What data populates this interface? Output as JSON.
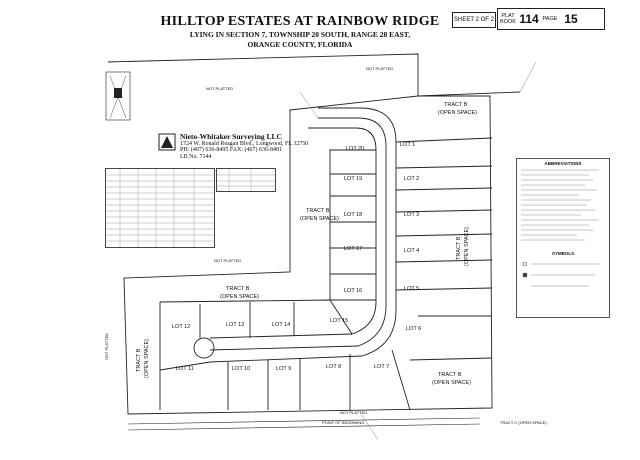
{
  "header": {
    "title": "HILLTOP ESTATES AT RAINBOW RIDGE",
    "subtitle_lines": [
      "LYING IN SECTION 7, TOWNSHIP 20 SOUTH, RANGE 28 EAST,",
      "ORANGE COUNTY, FLORIDA"
    ],
    "sheet": "SHEET 2 OF 2",
    "plat_label": "PLAT",
    "book_label": "BOOK",
    "book_number": "114",
    "page_label": "PAGE",
    "page_number": "15"
  },
  "surveyor": {
    "name": "Nieto-Whitaker Surveying LLC",
    "address": "1724 W. Ronald Reagan Blvd., Longwood, FL 32750",
    "phone": "PH: (407) 636-8495   FAX: (407) 636-8481",
    "lb": "LB No. 7144"
  },
  "tracts": {
    "tract_b_top": "TRACT B",
    "open_space": "(OPEN SPACE)",
    "tract_b_mid": "TRACT B",
    "tract_b_left": "TRACT B",
    "tract_b_right": "TRACT B",
    "tract_b_bottom_right": "TRACT B",
    "tract_b_lower": "TRACT B",
    "tract_c": "TRACT C (OPEN SPACE)"
  },
  "labels": {
    "not_platted": "NOT PLATTED",
    "point_of_beginning": "POINT OF BEGINNING"
  },
  "lots": [
    "LOT 1",
    "LOT 2",
    "LOT 3",
    "LOT 4",
    "LOT 5",
    "LOT 6",
    "LOT 7",
    "LOT 8",
    "LOT 9",
    "LOT 10",
    "LOT 11",
    "LOT 12",
    "LOT 13",
    "LOT 14",
    "LOT 15",
    "LOT 16",
    "LOT 17",
    "LOT 18",
    "LOT 19",
    "LOT 20"
  ],
  "legend": {
    "abbrev_title": "ABBREVIATIONS",
    "symbols_title": "SYMBOLS"
  },
  "colors": {
    "ink": "#111111",
    "paper": "#ffffff"
  }
}
